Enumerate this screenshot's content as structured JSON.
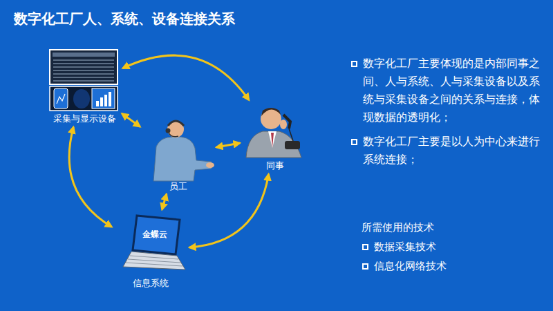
{
  "diagram": {
    "title": "数字化工厂人、系统、设备连接关系",
    "nodes": [
      {
        "text": [
          "采集与显示设备"
        ]
      },
      {
        "text": [
          "员工"
        ]
      },
      {
        "text": [
          "同事"
        ]
      },
      {
        "text": [
          "信息系统"
        ]
      }
    ],
    "edges": [
      {
        "from": 0,
        "to": 2,
        "arrow": "both"
      },
      {
        "from": 0,
        "to": 1,
        "arrow": "both"
      },
      {
        "from": 1,
        "to": 2,
        "arrow": "both"
      },
      {
        "from": 1,
        "to": 3,
        "arrow": "both"
      },
      {
        "from": 0,
        "to": 3,
        "arrow": "both"
      },
      {
        "from": 3,
        "to": 2,
        "arrow": "both"
      }
    ],
    "labels": [
      "金蝶云",
      "数字化工厂主要体现的是内部同事之间、人与系统、人与采集设备以及系统与采集设备之间的关系与连接，体现数据的透明化；",
      "数字化工厂主要是以人为中心来进行系统连接；",
      "所需使用的技术",
      "数据采集技术",
      "信息化网络技术"
    ]
  }
}
